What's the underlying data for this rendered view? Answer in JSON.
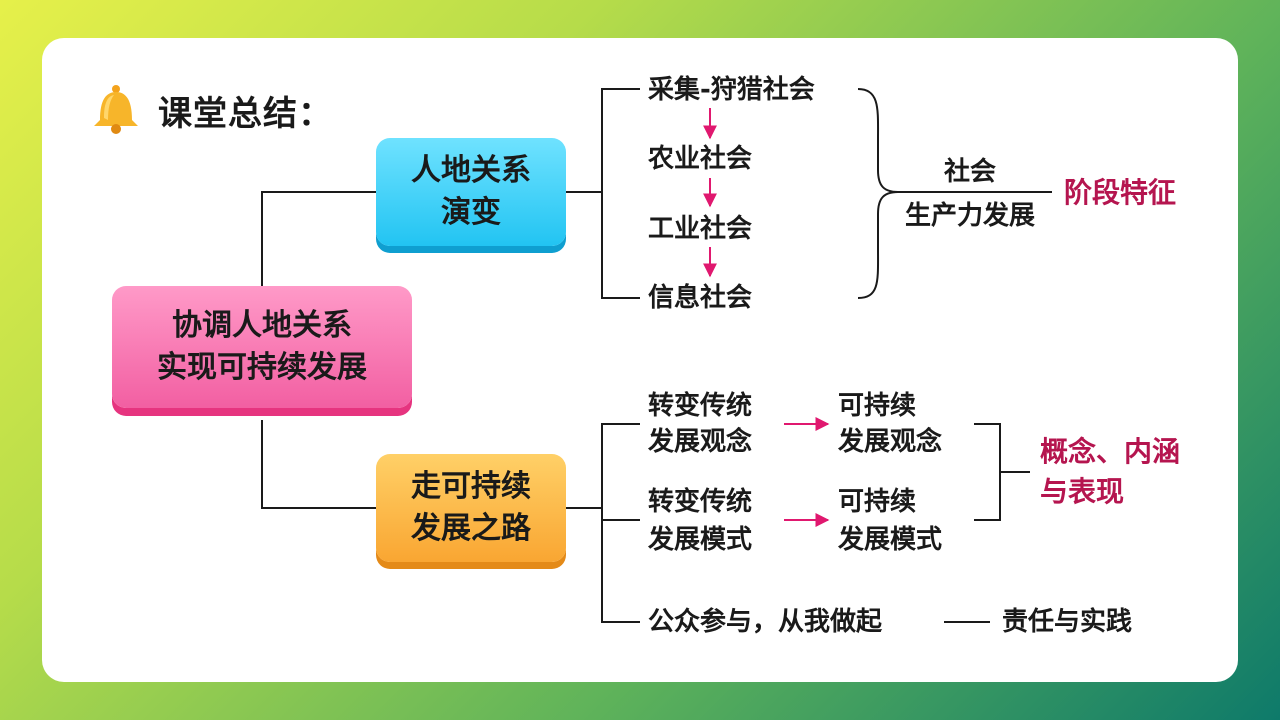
{
  "header": {
    "title": "课堂总结：",
    "icon": "bell-icon"
  },
  "root": {
    "label": "协调人地关系\n实现可持续发展"
  },
  "branch_evolution": {
    "label": "人地关系\n演变",
    "stages": [
      "采集-狩猎社会",
      "农业社会",
      "工业社会",
      "信息社会"
    ],
    "driver": [
      "社会",
      "生产力发展"
    ],
    "summary": "阶段特征"
  },
  "branch_sustainable": {
    "label": "走可持续\n发展之路",
    "from_idea": [
      "转变传统",
      "发展观念"
    ],
    "to_idea": [
      "可持续",
      "发展观念"
    ],
    "from_mode": [
      "转变传统",
      "发展模式"
    ],
    "to_mode": [
      "可持续",
      "发展模式"
    ],
    "summary": [
      "概念、内涵",
      "与表现"
    ],
    "public": "公众参与，从我做起",
    "public_summary": "责任与实践"
  },
  "colors": {
    "accent": "#b5154f",
    "arrow": "#e0186f",
    "blue_box": "#22c4f2",
    "pink_box": "#f25fa2",
    "orange_box": "#f9a632"
  }
}
